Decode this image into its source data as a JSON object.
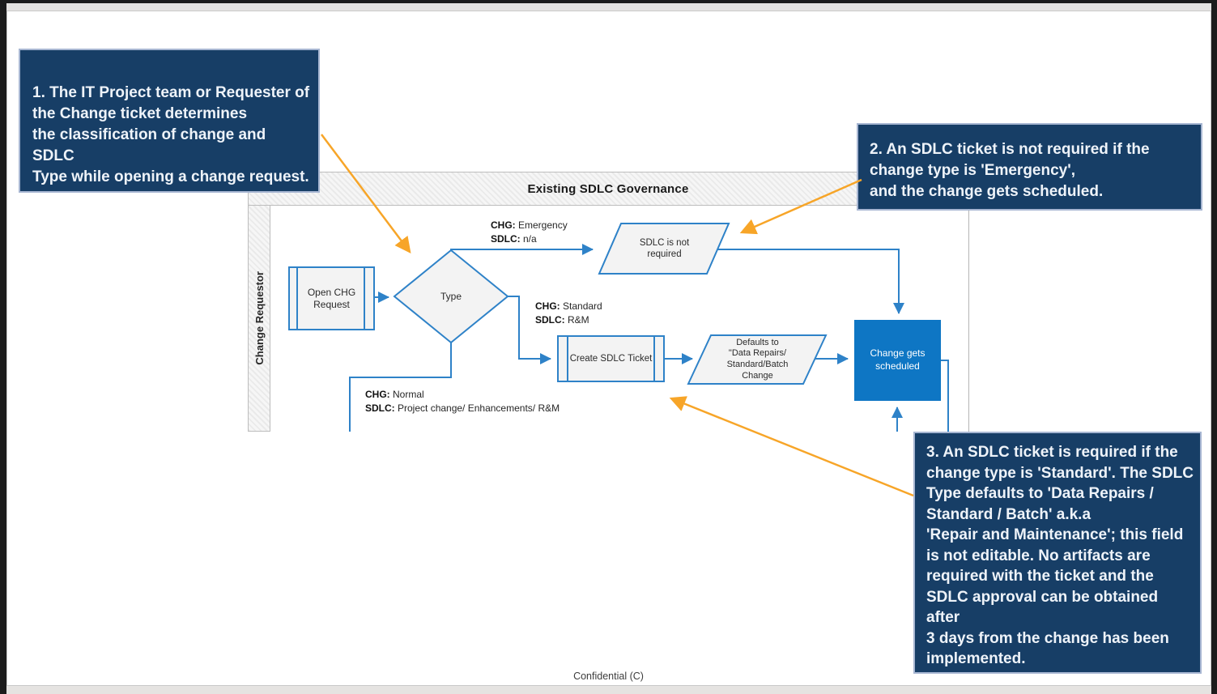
{
  "flowchart": {
    "title": "Existing SDLC Governance",
    "lane_label": "Change Requestor",
    "nodes": {
      "open_chg": "Open CHG\nRequest",
      "type_decision": "Type",
      "sdlc_not_required": "SDLC is not\nrequired",
      "create_sdlc_ticket": "Create SDLC Ticket",
      "defaults_to": "Defaults to\n\"Data Repairs/\nStandard/Batch\nChange",
      "change_scheduled": "Change gets\nscheduled"
    },
    "edge_labels": {
      "emergency": {
        "chg_key": "CHG:",
        "chg_val": " Emergency",
        "sdlc_key": "SDLC:",
        "sdlc_val": " n/a"
      },
      "standard": {
        "chg_key": "CHG:",
        "chg_val": " Standard",
        "sdlc_key": "SDLC:",
        "sdlc_val": "  R&M"
      },
      "normal": {
        "chg_key": "CHG:",
        "chg_val": " Normal",
        "sdlc_key": "SDLC:",
        "sdlc_val": " Project change/ Enhancements/ R&M"
      }
    }
  },
  "callouts": {
    "note1": "1. The IT Project team or Requester of\nthe Change ticket determines\nthe classification of change and SDLC\nType while opening a change request.",
    "note2": "2. An SDLC ticket is not required if the\nchange type is 'Emergency',\nand the change gets scheduled.",
    "note3": "3. An SDLC ticket is required if the\nchange type is 'Standard'. The SDLC\nType defaults to 'Data Repairs /\nStandard / Batch' a.k.a\n'Repair and Maintenance'; this field\nis not editable. No artifacts are\nrequired with the ticket and the\nSDLC approval can be obtained after\n3 days from the change has been\nimplemented."
  },
  "footer": {
    "classification": "Confidential (C)"
  },
  "colors": {
    "callout_navy": "#173e66",
    "flow_line_blue": "#2e82c8",
    "solid_node_blue": "#0e76c4",
    "annotation_orange": "#f7a528",
    "shape_fill_gray": "#f3f3f3"
  }
}
